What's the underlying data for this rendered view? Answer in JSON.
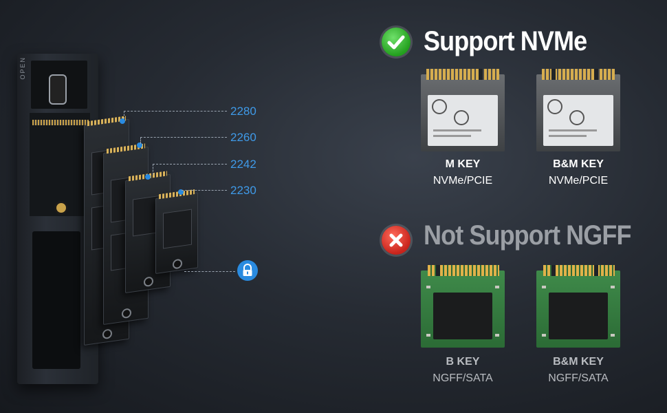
{
  "left_panel": {
    "enclosure_text": "OPEN",
    "sizes": [
      "2280",
      "2260",
      "2242",
      "2230"
    ]
  },
  "support": {
    "heading": "Support NVMe",
    "cards": [
      {
        "key": "M KEY",
        "type": "NVMe/PCIE"
      },
      {
        "key": "B&M KEY",
        "type": "NVMe/PCIE"
      }
    ]
  },
  "not_support": {
    "heading": "Not Support NGFF",
    "cards": [
      {
        "key": "B KEY",
        "type": "NGFF/SATA"
      },
      {
        "key": "B&M KEY",
        "type": "NGFF/SATA"
      }
    ]
  },
  "colors": {
    "accent_blue": "#3f9ae8",
    "check_green": "#23a01e",
    "cross_red": "#c8231b",
    "caption_nvme": "#ffffff",
    "caption_ngff": "#b9bcc1"
  },
  "icons": [
    "checkmark-icon",
    "cross-icon",
    "lock-icon"
  ]
}
